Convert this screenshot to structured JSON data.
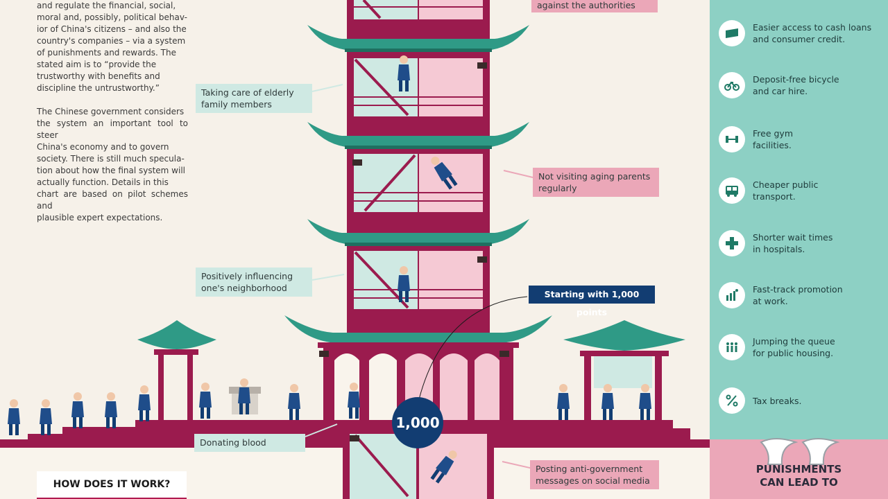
{
  "intro": {
    "p1_lines": [
      "and regulate the financial, social,",
      "moral and, possibly, political behav-",
      "ior of China's citizens – and also the",
      "country's companies – via a system",
      "of punishments and rewards. The",
      "stated aim is to “provide the",
      "trustworthy with benefits and",
      "discipline the untrustworthy.”"
    ],
    "p2_lines": [
      "The Chinese government considers",
      "the system an important tool to steer",
      "China's economy and to govern",
      "society. There is still much specula-",
      "tion about how the final system will",
      "actually function. Details in this",
      "chart are based on pilot schemes and",
      "plausible expert expectations."
    ]
  },
  "callouts": {
    "authorities": "against the authorities",
    "elderly": [
      "Taking care of elderly",
      "family members"
    ],
    "parents": [
      "Not visiting aging parents",
      "regularly"
    ],
    "neighborhood": [
      "Positively influencing",
      "one's neighborhood"
    ],
    "blood": "Donating blood",
    "posting": [
      "Posting anti-government",
      "messages on social media"
    ]
  },
  "badge": "Starting with 1,000 points",
  "score": "1,000",
  "rewards": [
    {
      "icon": "credit-card-icon",
      "lines": [
        "Easier access to cash loans",
        "and consumer credit."
      ]
    },
    {
      "icon": "bicycle-icon",
      "lines": [
        "Deposit-free bicycle",
        "and car hire."
      ]
    },
    {
      "icon": "dumbbell-icon",
      "lines": [
        "Free gym",
        "facilities."
      ]
    },
    {
      "icon": "bus-icon",
      "lines": [
        "Cheaper public",
        "transport."
      ]
    },
    {
      "icon": "medical-cross-icon",
      "lines": [
        "Shorter wait times",
        "in hospitals."
      ]
    },
    {
      "icon": "promotion-icon",
      "lines": [
        "Fast-track promotion",
        "at work."
      ]
    },
    {
      "icon": "queue-icon",
      "lines": [
        "Jumping the queue",
        "for public housing."
      ]
    },
    {
      "icon": "percent-icon",
      "lines": [
        "Tax breaks."
      ]
    }
  ],
  "punishments_label": [
    "PUNISHMENTS",
    "CAN LEAD TO"
  ],
  "how_heading": "HOW DOES IT WORK?",
  "colors": {
    "background": "#f6f1e9",
    "pagoda_frame": "#9b1b4e",
    "roof": "#2f9a86",
    "room_green": "#cfe9e3",
    "room_pink": "#f5c9d4",
    "navy": "#123d72",
    "sidebar_teal": "#8dd0c4",
    "punish_pink": "#eba7b8"
  }
}
